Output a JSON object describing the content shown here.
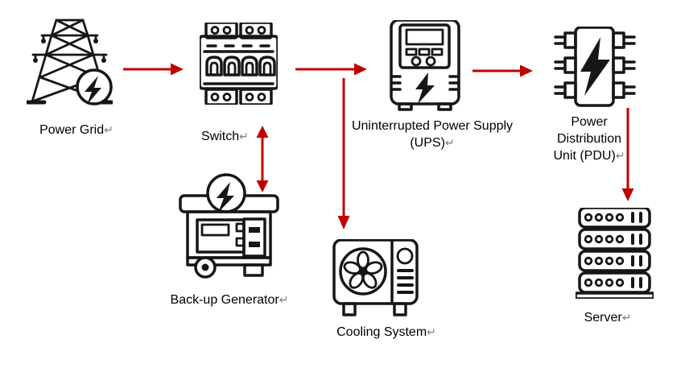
{
  "nodes": {
    "power_grid": {
      "label": "Power Grid",
      "return_mark": "↵",
      "icon": "transmission-tower-icon"
    },
    "switch": {
      "label": "Switch",
      "return_mark": "↵",
      "icon": "circuit-breaker-switch-icon"
    },
    "ups": {
      "label_line1": "Uninterrupted Power Supply",
      "label_line2": "(UPS)",
      "return_mark": "↵",
      "icon": "ups-tower-icon"
    },
    "pdu": {
      "label_line1": "Power",
      "label_line2": "Distribution",
      "label_line3": "Unit (PDU)",
      "return_mark": "↵",
      "icon": "pdu-chip-icon"
    },
    "server": {
      "label": "Server",
      "return_mark": "↵",
      "icon": "server-rack-icon"
    },
    "generator": {
      "label": "Back-up Generator",
      "return_mark": "↵",
      "icon": "backup-generator-icon"
    },
    "cooling": {
      "label": "Cooling System",
      "return_mark": "↵",
      "icon": "cooling-fan-unit-icon"
    }
  },
  "edges": [
    {
      "from": "Power Grid",
      "to": "Switch",
      "type": "arrow"
    },
    {
      "from": "Switch",
      "to": "Uninterrupted Power Supply (UPS)",
      "type": "arrow"
    },
    {
      "from": "Switch",
      "to": "Cooling System",
      "type": "arrow"
    },
    {
      "from": "Uninterrupted Power Supply (UPS)",
      "to": "Power Distribution Unit (PDU)",
      "type": "arrow"
    },
    {
      "from": "Power Distribution Unit (PDU)",
      "to": "Server",
      "type": "arrow"
    },
    {
      "from": "Switch",
      "to": "Back-up Generator",
      "type": "double-arrow"
    }
  ],
  "colors": {
    "arrow_red": "#C00000",
    "icon_black": "#161616",
    "label_text": "#000000",
    "return_mark_gray": "#7F7F7F",
    "background": "#FFFFFF"
  }
}
